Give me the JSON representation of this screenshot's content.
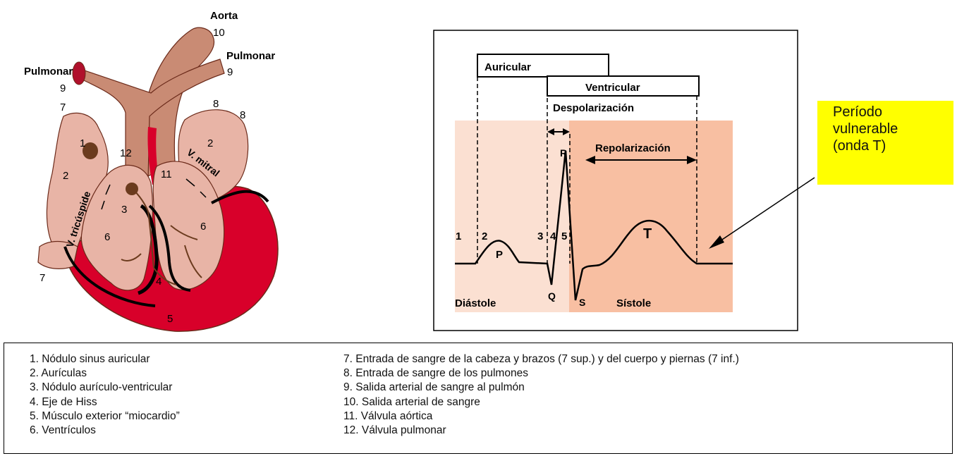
{
  "heart": {
    "label_aorta": "Aorta",
    "label_pulmonar_left": "Pulmonar",
    "label_pulmonar_right": "Pulmonar",
    "label_tricuspide": "V. tricúspide",
    "label_mitral": "V. mitral",
    "numbers": {
      "n10": "10",
      "n9_left": "9",
      "n9_right": "9",
      "n7_top": "7",
      "n7_bottom": "7",
      "n8_a": "8",
      "n8_b": "8",
      "n1": "1",
      "n2_left": "2",
      "n2_right": "2",
      "n3": "3",
      "n4": "4",
      "n5": "5",
      "n6_left": "6",
      "n6_right": "6",
      "n11": "11",
      "n12": "12"
    },
    "colors": {
      "chamber": "#e8b4a6",
      "vessel": "#c98b74",
      "muscle": "#d8002a",
      "node": "#6b3b1e"
    }
  },
  "ecg": {
    "box_auricular": "Auricular",
    "box_ventricular": "Ventricular",
    "label_despolarizacion": "Despolarización",
    "label_repolarizacion": "Repolarización",
    "label_diastole": "Diástole",
    "label_sistole": "Sístole",
    "points": {
      "p1": "1",
      "p2": "2",
      "p3": "3",
      "p4": "4",
      "p5": "5"
    },
    "waves": {
      "P": "P",
      "Q": "Q",
      "R": "R",
      "S": "S",
      "T": "T"
    },
    "colors": {
      "diastole_bg": "#fbe0d2",
      "sistole_bg": "#f8bfa2"
    }
  },
  "callout": {
    "line1": "Período",
    "line2": "vulnerable",
    "line3": "(onda T)",
    "color": "#ffff00"
  },
  "legend": {
    "left": [
      "1. Nódulo sinus auricular",
      "2. Aurículas",
      "3. Nódulo aurículo-ventricular",
      "4. Eje de Hiss",
      "5. Músculo exterior “miocardio”",
      "6. Ventrículos"
    ],
    "right": [
      "7. Entrada de sangre de la cabeza y brazos (7 sup.) y del cuerpo y piernas (7 inf.)",
      "8. Entrada de sangre de los pulmones",
      "9. Salida arterial de sangre al pulmón",
      "10. Salida arterial de sangre",
      "11. Válvula aórtica",
      "12. Válvula pulmonar"
    ]
  }
}
